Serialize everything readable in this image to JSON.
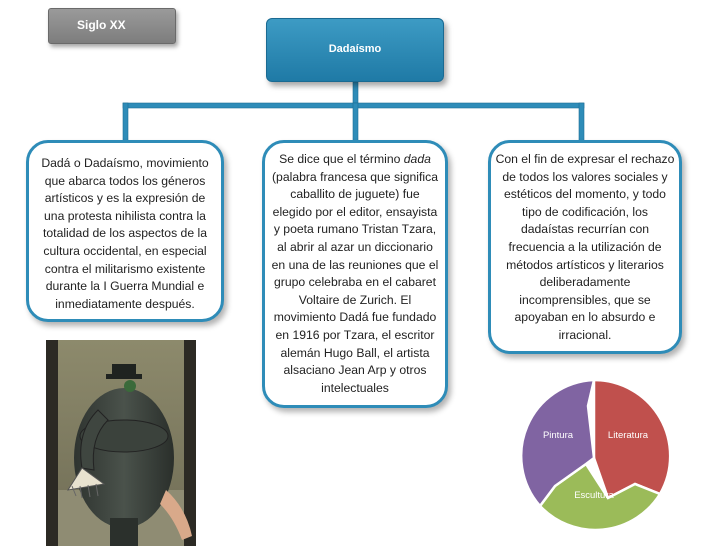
{
  "header_tag": {
    "label": "Siglo XX"
  },
  "root_node": {
    "label": "Dadaísmo"
  },
  "cards": {
    "left": {
      "text": "Dadá o Dadaísmo, movimiento que abarca todos los géneros artísticos y es la expresión de una protesta nihilista contra la totalidad de los aspectos de la cultura occidental, en especial contra el militarismo existente durante la I Guerra Mundial e inmediatamente después."
    },
    "middle": {
      "before": "Se dice que el término ",
      "emphasis": "dada",
      "after": " (palabra francesa que significa caballito de juguete) fue elegido por el editor, ensayista y poeta rumano Tristan Tzara, al abrir al azar un diccionario en una de las reuniones que el grupo celebraba en el cabaret Voltaire de Zurich. El movimiento Dadá fue fundado en 1916 por Tzara, el escritor alemán Hugo Ball, el artista alsaciano Jean Arp y otros intelectuales"
    },
    "right": {
      "text": "Con el fin de expresar el rechazo de todos los valores sociales y estéticos del momento, y todo tipo de codificación, los dadaístas recurrían con frecuencia a la utilización de métodos artísticos y literarios deliberadamente incomprensibles, que se apoyaban en lo absurdo e irracional."
    }
  },
  "cycle": {
    "segments": [
      {
        "label": "Literatura",
        "color": "#c0504d"
      },
      {
        "label": "Escultura",
        "color": "#9bbb59"
      },
      {
        "label": "Pintura",
        "color": "#8064a2"
      }
    ]
  },
  "colors": {
    "accent": "#2e8cb8",
    "root_fill": "#2b88b5",
    "connector": "#2e8cb8"
  }
}
